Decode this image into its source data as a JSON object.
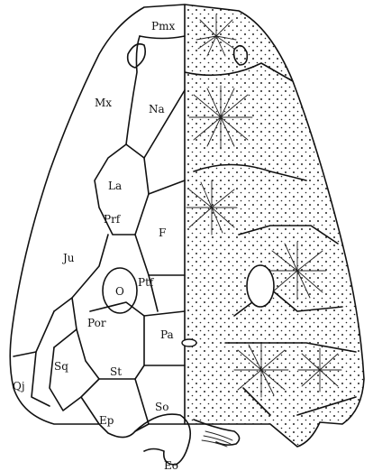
{
  "figure": {
    "labels": {
      "pmx": "Pmx",
      "mx": "Mx",
      "na": "Na",
      "la": "La",
      "prf": "Prf",
      "f": "F",
      "ju": "Ju",
      "o": "O",
      "ptf": "Ptf",
      "por": "Por",
      "pa": "Pa",
      "qj": "Qj",
      "sq": "Sq",
      "st": "St",
      "so": "So",
      "ep": "Ep",
      "eo": "Eo"
    }
  }
}
